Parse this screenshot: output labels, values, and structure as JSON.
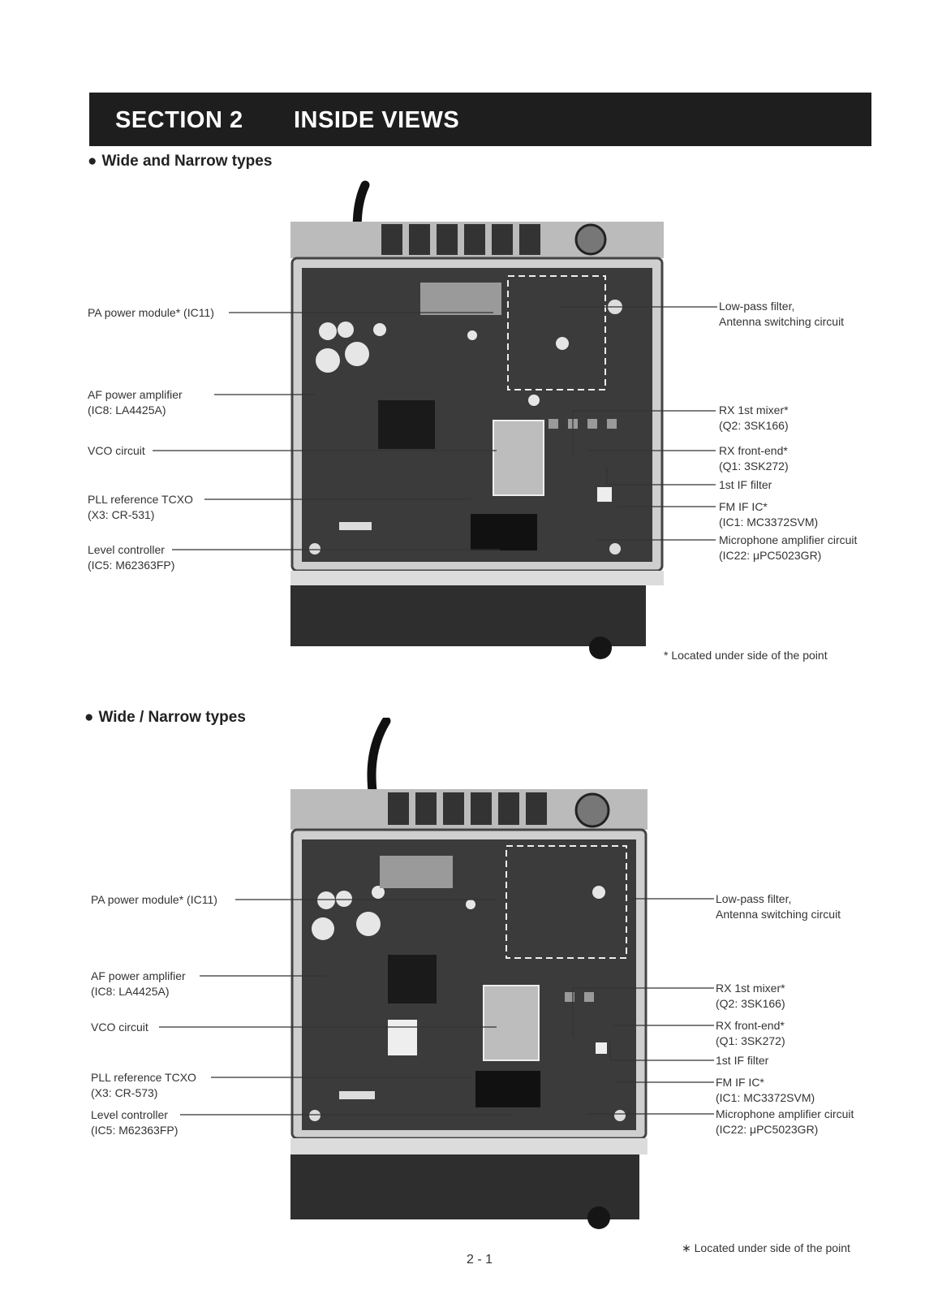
{
  "header": {
    "section": "SECTION 2",
    "title": "INSIDE VIEWS"
  },
  "sections": [
    {
      "heading": "Wide and Narrow types",
      "left_labels": [
        {
          "l1": "PA power module* (IC11)",
          "l2": ""
        },
        {
          "l1": "AF power amplifier",
          "l2": "(IC8: LA4425A)"
        },
        {
          "l1": "VCO circuit",
          "l2": ""
        },
        {
          "l1": "PLL reference TCXO",
          "l2": "(X3: CR-531)"
        },
        {
          "l1": "Level controller",
          "l2": "(IC5: M62363FP)"
        }
      ],
      "right_labels": [
        {
          "l1": "Low-pass filter,",
          "l2": "Antenna switching circuit"
        },
        {
          "l1": "RX 1st mixer*",
          "l2": "(Q2: 3SK166)"
        },
        {
          "l1": "RX front-end*",
          "l2": "(Q1: 3SK272)"
        },
        {
          "l1": "1st IF filter",
          "l2": ""
        },
        {
          "l1": "FM IF IC*",
          "l2": "(IC1: MC3372SVM)"
        },
        {
          "l1": "Microphone amplifier circuit",
          "l2": "(IC22: μPC5023GR)"
        }
      ],
      "note": "* Located under side of the point"
    },
    {
      "heading": "Wide / Narrow types",
      "left_labels": [
        {
          "l1": "PA power module* (IC11)",
          "l2": ""
        },
        {
          "l1": "AF power amplifier",
          "l2": "(IC8: LA4425A)"
        },
        {
          "l1": "VCO circuit",
          "l2": ""
        },
        {
          "l1": "PLL reference TCXO",
          "l2": "(X3: CR-573)"
        },
        {
          "l1": "Level controller",
          "l2": "(IC5: M62363FP)"
        }
      ],
      "right_labels": [
        {
          "l1": "Low-pass filter,",
          "l2": "Antenna switching circuit"
        },
        {
          "l1": "RX 1st mixer*",
          "l2": "(Q2: 3SK166)"
        },
        {
          "l1": "RX front-end*",
          "l2": "(Q1: 3SK272)"
        },
        {
          "l1": "1st IF filter",
          "l2": ""
        },
        {
          "l1": "FM IF IC*",
          "l2": "(IC1: MC3372SVM)"
        },
        {
          "l1": "Microphone amplifier circuit",
          "l2": "(IC22: μPC5023GR)"
        }
      ],
      "note": "∗ Located under side of the point"
    }
  ],
  "page_number": "2 - 1"
}
